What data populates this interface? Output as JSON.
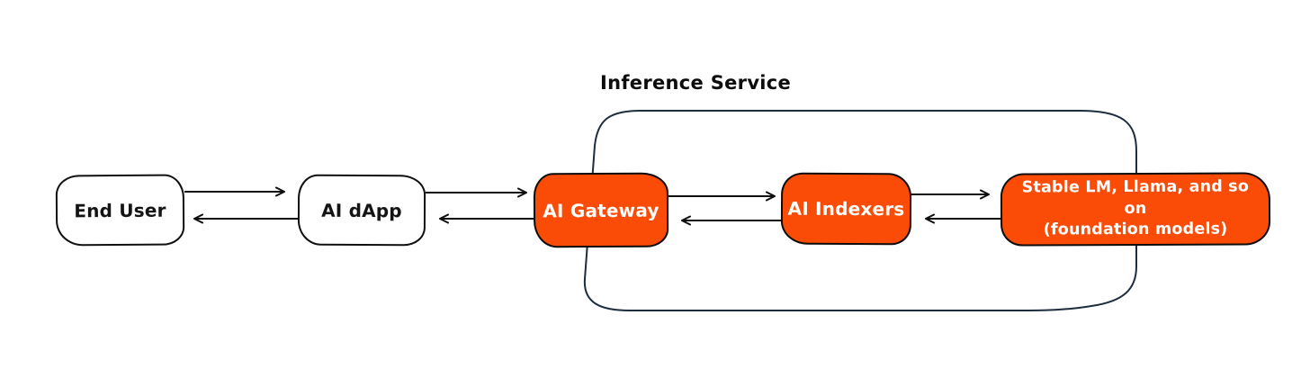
{
  "diagram": {
    "title": "Inference Service",
    "container": {
      "label": "Inference Service",
      "contains": [
        "AI Gateway",
        "AI Indexers",
        "Stable LM, Llama, and so on (foundation models)"
      ]
    },
    "nodes": {
      "end_user": {
        "label": "End User",
        "type": "plain"
      },
      "ai_dapp": {
        "label": "AI dApp",
        "type": "plain"
      },
      "ai_gateway": {
        "label": "AI Gateway",
        "type": "accent"
      },
      "ai_indexers": {
        "label": "AI Indexers",
        "type": "accent"
      },
      "foundation": {
        "label": "Stable LM, Llama, and so on (foundation models)",
        "label_line1": "Stable LM, Llama, and so on",
        "label_line2": "(foundation models)",
        "type": "accent"
      }
    },
    "edges": [
      {
        "from": "end_user",
        "to": "ai_dapp",
        "direction": "forward"
      },
      {
        "from": "ai_dapp",
        "to": "end_user",
        "direction": "back"
      },
      {
        "from": "ai_dapp",
        "to": "ai_gateway",
        "direction": "forward"
      },
      {
        "from": "ai_gateway",
        "to": "ai_dapp",
        "direction": "back"
      },
      {
        "from": "ai_gateway",
        "to": "ai_indexers",
        "direction": "forward"
      },
      {
        "from": "ai_indexers",
        "to": "ai_gateway",
        "direction": "back"
      },
      {
        "from": "ai_indexers",
        "to": "foundation",
        "direction": "forward"
      },
      {
        "from": "foundation",
        "to": "ai_indexers",
        "direction": "back"
      }
    ],
    "colors": {
      "accent_fill": "#fa4b07",
      "node_stroke": "#101010",
      "container_stroke": "#1d2d3e",
      "arrow_stroke": "#0f0f0f",
      "text_dark": "#141414",
      "text_light": "#ffffff",
      "background": "#ffffff"
    }
  }
}
